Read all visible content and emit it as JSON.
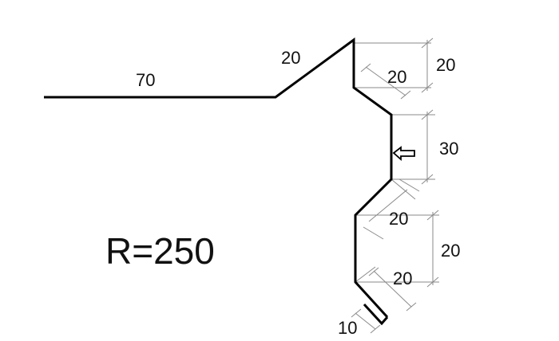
{
  "drawing": {
    "radius_label": "R=250",
    "dimensions": {
      "top_flat": "70",
      "slope": "20",
      "upper_step_diagonal": "20",
      "upper_step_height": "20",
      "middle_height": "30",
      "lower_step_diagonal_top": "20",
      "lower_height": "20",
      "lower_step_diagonal_bottom": "20",
      "hem": "10"
    },
    "colors": {
      "profile": "#000000",
      "dimension_lines": "#8a8a8a"
    }
  }
}
